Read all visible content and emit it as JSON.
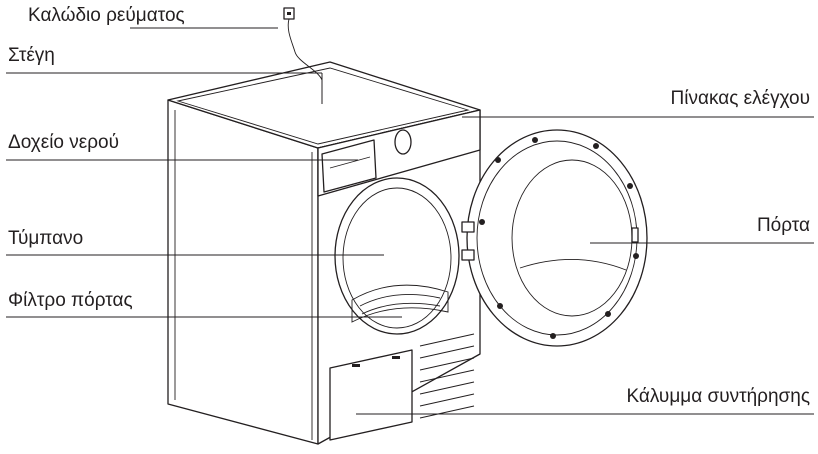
{
  "labels": {
    "power_cord": "Καλώδιο ρεύματος",
    "top": "Στέγη",
    "water_tank": "Δοχείο νερού",
    "drum": "Τύμπανο",
    "door_filter": "Φίλτρο πόρτας",
    "control_panel": "Πίνακας ελέγχου",
    "door": "Πόρτα",
    "service_cover": "Κάλυμμα συντήρησης"
  },
  "colors": {
    "line": "#231f20",
    "background": "#ffffff"
  }
}
